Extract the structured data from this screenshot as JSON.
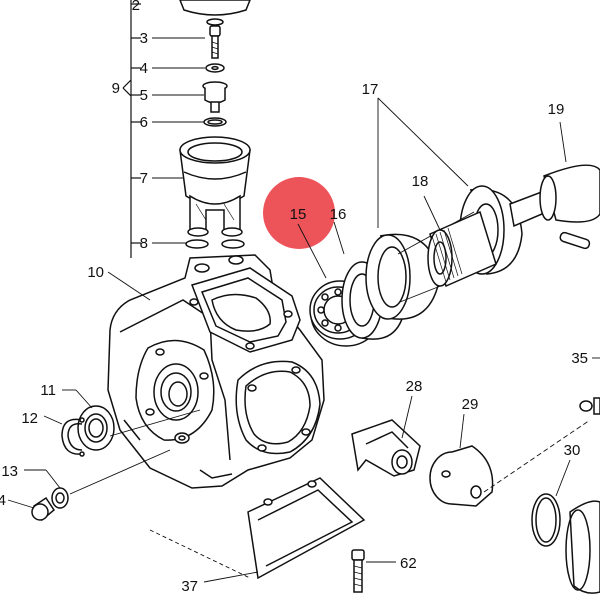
{
  "diagram": {
    "highlight_color": "#e8242b",
    "highlighted_part": "15",
    "labels": {
      "p2": "2",
      "p3": "3",
      "p4": "4",
      "p5": "5",
      "p6": "6",
      "p7": "7",
      "p8": "8",
      "p9": "9",
      "p10": "10",
      "p11": "11",
      "p12": "12",
      "p13": "13",
      "p14": "4",
      "p15": "15",
      "p16": "16",
      "p17": "17",
      "p18": "18",
      "p19": "19",
      "p28": "28",
      "p29": "29",
      "p30": "30",
      "p35": "35",
      "p37": "37",
      "p62": "62"
    }
  }
}
